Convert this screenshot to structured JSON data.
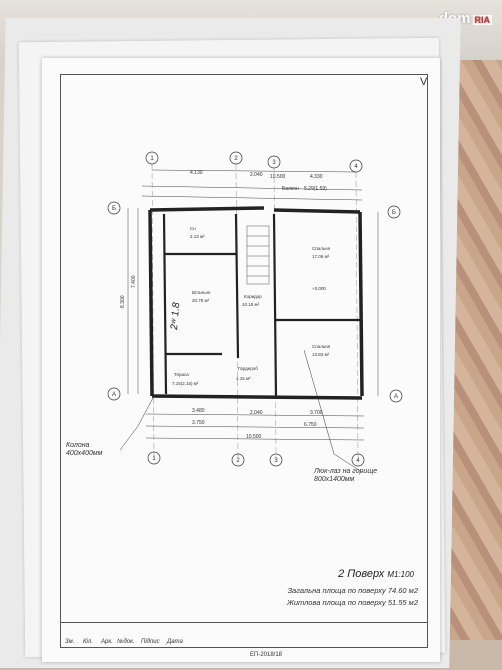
{
  "watermark": {
    "dom": "dom",
    "ria": "RIA"
  },
  "check_mark": "V",
  "plan": {
    "axes_top": [
      "1",
      "2",
      "3",
      "4"
    ],
    "axes_bottom": [
      "1",
      "2",
      "3",
      "4"
    ],
    "axes_side": [
      "Б",
      "А"
    ],
    "dim_top_total": "10.500",
    "dim_top": [
      "4.130",
      "2.040",
      "4.330"
    ],
    "dim_side_left": "8.300",
    "dim_side_left_b": "7.400",
    "dim_bottom": [
      "3.480",
      "2.040",
      "3.700"
    ],
    "dim_bottom_2": [
      "3.750",
      "6.750"
    ],
    "dim_bottom_total": "10.500",
    "balcony_label": "Балкон",
    "balcony_area": "5.29(1.59)",
    "rooms": [
      {
        "name": "Сн",
        "area": "2.13 м²"
      },
      {
        "name": "Вітальня",
        "area": "20.79 м²"
      },
      {
        "name": "Коридор",
        "area": "10.18 м²"
      },
      {
        "name": "Спальня",
        "area": "17.06 м²"
      },
      {
        "name": "Спальня",
        "area": "13.83 м²"
      },
      {
        "name": "Гардероб",
        "area": "4.15 м²"
      },
      {
        "name": "Тераса",
        "area": "7.15(2.15) м²"
      }
    ],
    "level_mark": "+3.000",
    "handwritten_floor": "2ʷ 1.8",
    "callout_column": [
      "Колона",
      "400х400мм"
    ],
    "callout_hatch": [
      "Люк-лаз на горище",
      "800х1400мм"
    ]
  },
  "title_block": {
    "floor_title": "2 Поверх",
    "scale": "М1:100",
    "total_area": "Загальна площа по поверху 74.60 м2",
    "living_area": "Житлова площа по поверху 51.55 м2",
    "doc_code": "ЕП-2018/18",
    "stamp_cells": [
      "Зм.",
      "Кіл.",
      "Арк.",
      "№док.",
      "Підпис",
      "Дата"
    ]
  }
}
